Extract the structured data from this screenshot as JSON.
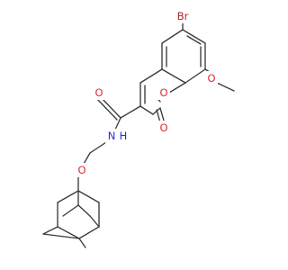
{
  "molecule": {
    "atom_labels": {
      "bromine": "Br",
      "methoxy_oxygen": "O",
      "ring_oxygen": "O",
      "carbonyl_oxygen_lactone": "O",
      "amide_oxygen": "O",
      "amide_nitrogen": "N",
      "amide_hydrogen": "H",
      "ether_oxygen": "O"
    },
    "colors": {
      "bond": "#3a3a3a",
      "bromine": "#a52a2a",
      "oxygen": "#e8282a",
      "nitrogen": "#2a2ae8"
    }
  }
}
